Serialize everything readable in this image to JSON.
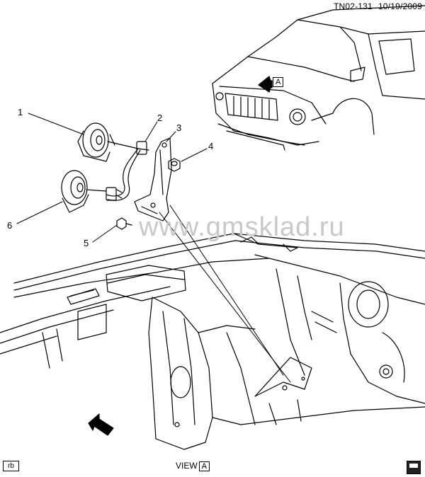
{
  "header": {
    "diagram_code": "TN02-131",
    "date": "10/19/2009"
  },
  "callouts": [
    "1",
    "2",
    "3",
    "4",
    "5",
    "6"
  ],
  "view_label": {
    "prefix": "VIEW",
    "letter": "A"
  },
  "vehicle_arrow_label": "A",
  "corner_tag": "rb",
  "watermark": "www.gmsklad.ru",
  "icons": [
    "front-arrow-icon",
    "manual-icon"
  ]
}
